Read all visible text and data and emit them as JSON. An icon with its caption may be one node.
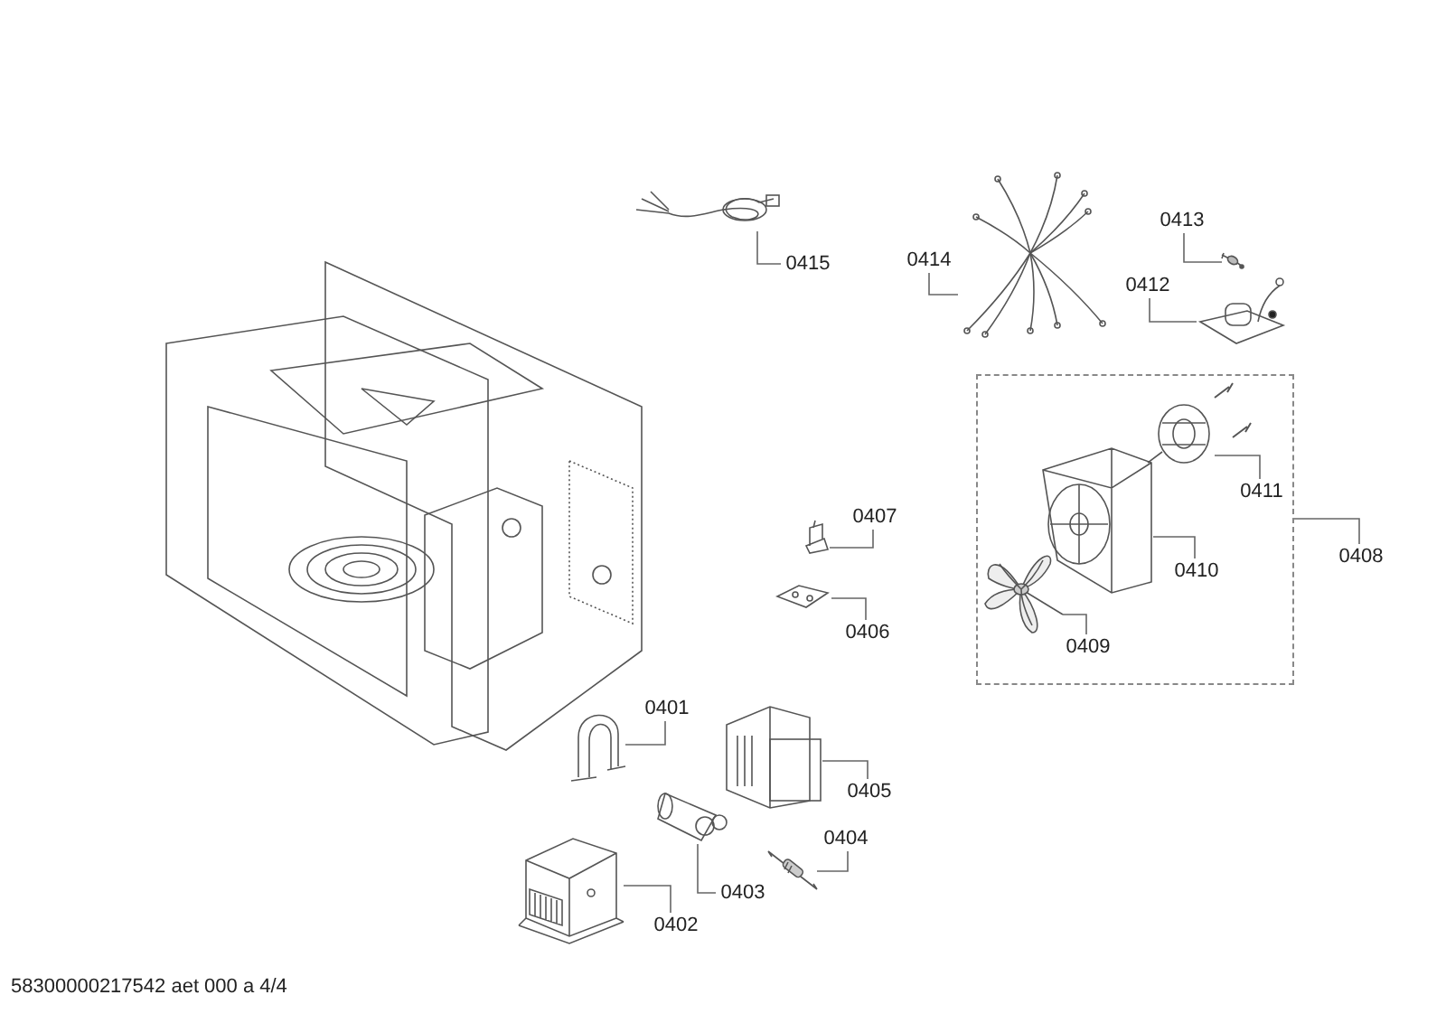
{
  "diagram": {
    "nodes": [
      {
        "text": [
          "0415"
        ]
      },
      {
        "text": [],
        "shape": "picture"
      },
      {
        "text": [
          "0414"
        ]
      },
      {
        "text": [],
        "shape": "picture"
      },
      {
        "text": [
          "0413"
        ]
      },
      {
        "text": [],
        "shape": "picture"
      },
      {
        "text": [
          "0412"
        ]
      },
      {
        "text": [],
        "shape": "picture"
      },
      {
        "text": [],
        "shape": "box"
      },
      {
        "text": [
          "0411"
        ],
        "in": 8
      },
      {
        "text": [],
        "shape": "picture",
        "in": 8
      },
      {
        "text": [
          "0410"
        ],
        "in": 8
      },
      {
        "text": [],
        "shape": "picture",
        "in": 8
      },
      {
        "text": [
          "0409"
        ],
        "in": 8
      },
      {
        "text": [],
        "shape": "picture",
        "in": 8
      },
      {
        "text": [
          "0408"
        ]
      },
      {
        "text": [
          "0407"
        ]
      },
      {
        "text": [],
        "shape": "picture"
      },
      {
        "text": [
          "0406"
        ]
      },
      {
        "text": [],
        "shape": "picture"
      },
      {
        "text": [
          "0401"
        ]
      },
      {
        "text": [],
        "shape": "picture"
      },
      {
        "text": [
          "0405"
        ]
      },
      {
        "text": [],
        "shape": "picture"
      },
      {
        "text": [
          "0404"
        ]
      },
      {
        "text": [],
        "shape": "picture"
      },
      {
        "text": [
          "0403"
        ]
      },
      {
        "text": [],
        "shape": "picture"
      },
      {
        "text": [
          "0402"
        ]
      },
      {
        "text": [],
        "shape": "picture"
      }
    ],
    "edges": [
      {
        "from": 0,
        "to": 1,
        "arrow": "none"
      },
      {
        "from": 2,
        "to": 3,
        "arrow": "none"
      },
      {
        "from": 4,
        "to": 5,
        "arrow": "none"
      },
      {
        "from": 6,
        "to": 7,
        "arrow": "none"
      },
      {
        "from": 9,
        "to": 10,
        "arrow": "none"
      },
      {
        "from": 11,
        "to": 12,
        "arrow": "none"
      },
      {
        "from": 13,
        "to": 14,
        "arrow": "none"
      },
      {
        "from": 15,
        "to": 8,
        "arrow": "none"
      },
      {
        "from": 16,
        "to": 17,
        "arrow": "none"
      },
      {
        "from": 18,
        "to": 19,
        "arrow": "none"
      },
      {
        "from": 20,
        "to": 21,
        "arrow": "none"
      },
      {
        "from": 22,
        "to": 23,
        "arrow": "none"
      },
      {
        "from": 24,
        "to": 25,
        "arrow": "none"
      },
      {
        "from": 26,
        "to": 27,
        "arrow": "none"
      },
      {
        "from": 28,
        "to": 29,
        "arrow": "none"
      }
    ],
    "labels": [
      "58300000217542 aet 000 a 4/4"
    ]
  }
}
